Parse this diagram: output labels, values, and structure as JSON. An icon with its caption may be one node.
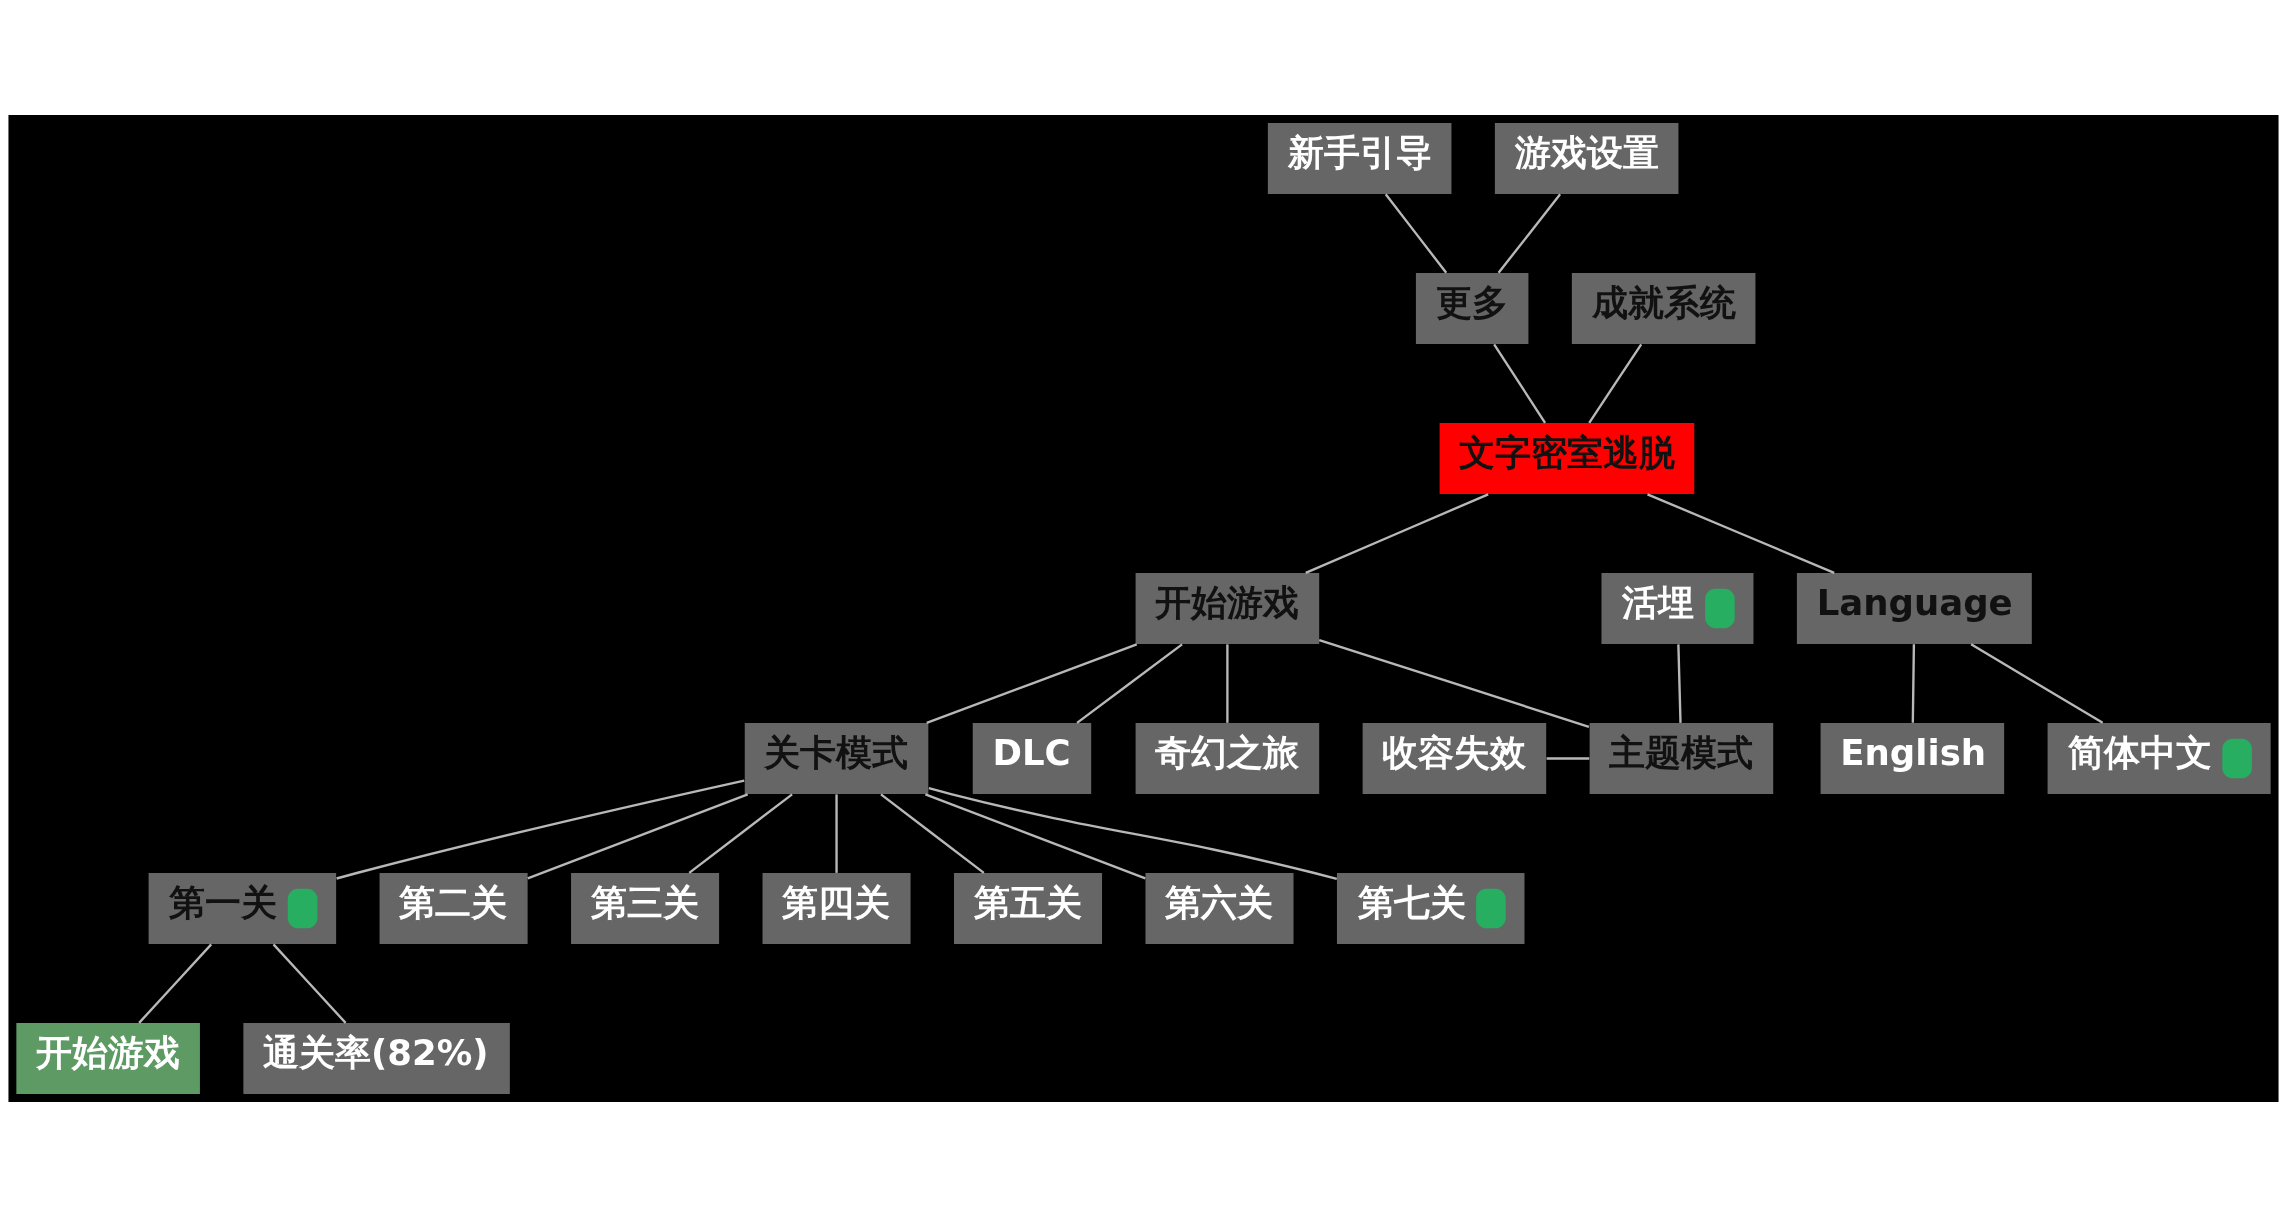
{
  "diagram": {
    "nodes": [
      {
        "text": [
          "新手引导"
        ]
      },
      {
        "text": [
          "游戏设置"
        ]
      },
      {
        "text": [
          "成就系统"
        ]
      },
      {
        "text": [
          "更多"
        ]
      },
      {
        "text": [
          "文字密室逃脱"
        ]
      },
      {
        "text": [
          "简体中文"
        ]
      },
      {
        "text": [
          "Language"
        ]
      },
      {
        "text": [
          "English"
        ]
      },
      {
        "text": [
          "开始游戏"
        ]
      },
      {
        "text": [
          "活埋"
        ]
      },
      {
        "text": [
          "收容失效"
        ]
      },
      {
        "text": [
          "主题模式"
        ]
      },
      {
        "text": [
          "DLC"
        ]
      },
      {
        "text": [
          "奇幻之旅"
        ]
      },
      {
        "text": [
          "关卡模式"
        ]
      },
      {
        "text": [
          "第一关"
        ]
      },
      {
        "text": [
          "第二关"
        ]
      },
      {
        "text": [
          "第三关"
        ]
      },
      {
        "text": [
          "第四关"
        ]
      },
      {
        "text": [
          "第五关"
        ]
      },
      {
        "text": [
          "第六关"
        ]
      },
      {
        "text": [
          "第七关"
        ]
      },
      {
        "text": [
          "开始游戏"
        ]
      },
      {
        "text": [
          "通关率(82%)"
        ]
      }
    ],
    "edges": [
      {
        "from": 0,
        "to": 3,
        "arrow": "none"
      },
      {
        "from": 1,
        "to": 3,
        "arrow": "none"
      },
      {
        "from": 3,
        "to": 4,
        "arrow": "none"
      },
      {
        "from": 2,
        "to": 4,
        "arrow": "none"
      },
      {
        "from": 4,
        "to": 6,
        "arrow": "none"
      },
      {
        "from": 6,
        "to": 5,
        "arrow": "none"
      },
      {
        "from": 6,
        "to": 7,
        "arrow": "none"
      },
      {
        "from": 4,
        "to": 8,
        "arrow": "none"
      },
      {
        "from": 8,
        "to": 11,
        "arrow": "none"
      },
      {
        "from": 9,
        "to": 11,
        "arrow": "none"
      },
      {
        "from": 10,
        "to": 11,
        "arrow": "none"
      },
      {
        "from": 8,
        "to": 12,
        "arrow": "none"
      },
      {
        "from": 8,
        "to": 13,
        "arrow": "none"
      },
      {
        "from": 8,
        "to": 14,
        "arrow": "none"
      },
      {
        "from": 14,
        "to": 15,
        "arrow": "none"
      },
      {
        "from": 14,
        "to": 16,
        "arrow": "none"
      },
      {
        "from": 14,
        "to": 17,
        "arrow": "none"
      },
      {
        "from": 14,
        "to": 18,
        "arrow": "none"
      },
      {
        "from": 14,
        "to": 19,
        "arrow": "none"
      },
      {
        "from": 14,
        "to": 20,
        "arrow": "none"
      },
      {
        "from": 14,
        "to": 21,
        "arrow": "none"
      },
      {
        "from": 15,
        "to": 22,
        "arrow": "none"
      },
      {
        "from": 15,
        "to": 23,
        "arrow": "none"
      }
    ]
  }
}
